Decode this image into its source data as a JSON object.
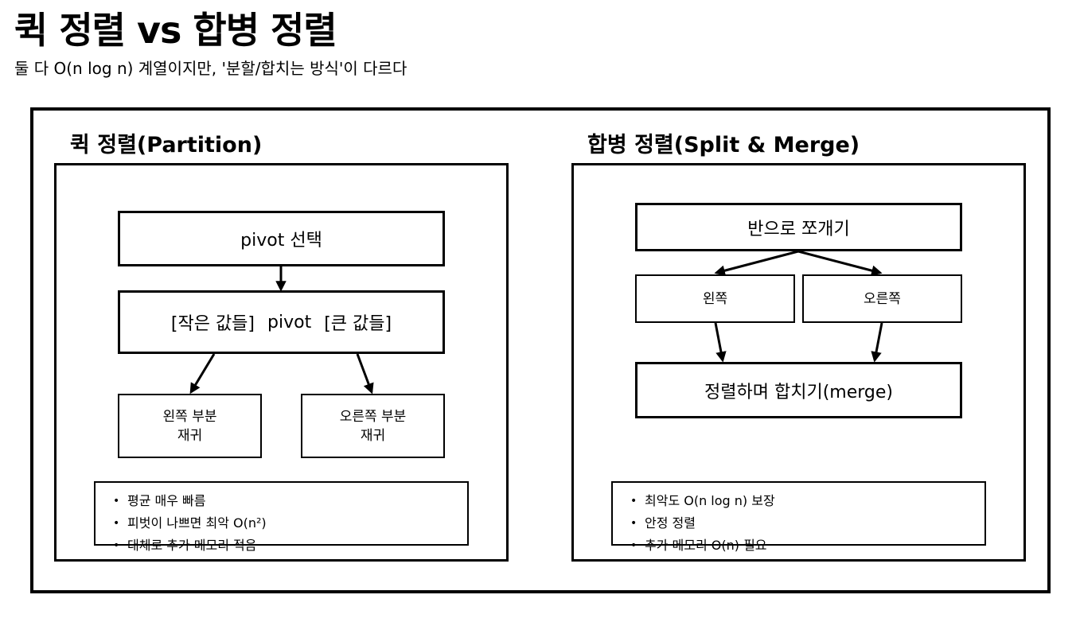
{
  "header": {
    "title": "퀵 정렬 vs 합병 정렬",
    "subtitle": "둘 다 O(n log n) 계열이지만, '분할/합치는 방식'이 다르다"
  },
  "quick": {
    "title": "퀵 정렬(Partition)",
    "step_pivot": "pivot 선택",
    "partition_left": "[작은 값들]",
    "partition_pivot": "pivot",
    "partition_right": "[큰 값들]",
    "left_recurse_line1": "왼쪽 부분",
    "left_recurse_line2": "재귀",
    "right_recurse_line1": "오른쪽 부분",
    "right_recurse_line2": "재귀",
    "notes": [
      "평균 매우 빠름",
      "피벗이 나쁘면 최악 O(n²)",
      "대체로 추가 메모리 적음"
    ]
  },
  "merge": {
    "title": "합병 정렬(Split & Merge)",
    "step_split": "반으로 쪼개기",
    "left": "왼쪽",
    "right": "오른쪽",
    "step_merge": "정렬하며 합치기(merge)",
    "notes": [
      "최악도 O(n log n) 보장",
      "안정 정렬",
      "추가 메모리 O(n) 필요"
    ]
  }
}
